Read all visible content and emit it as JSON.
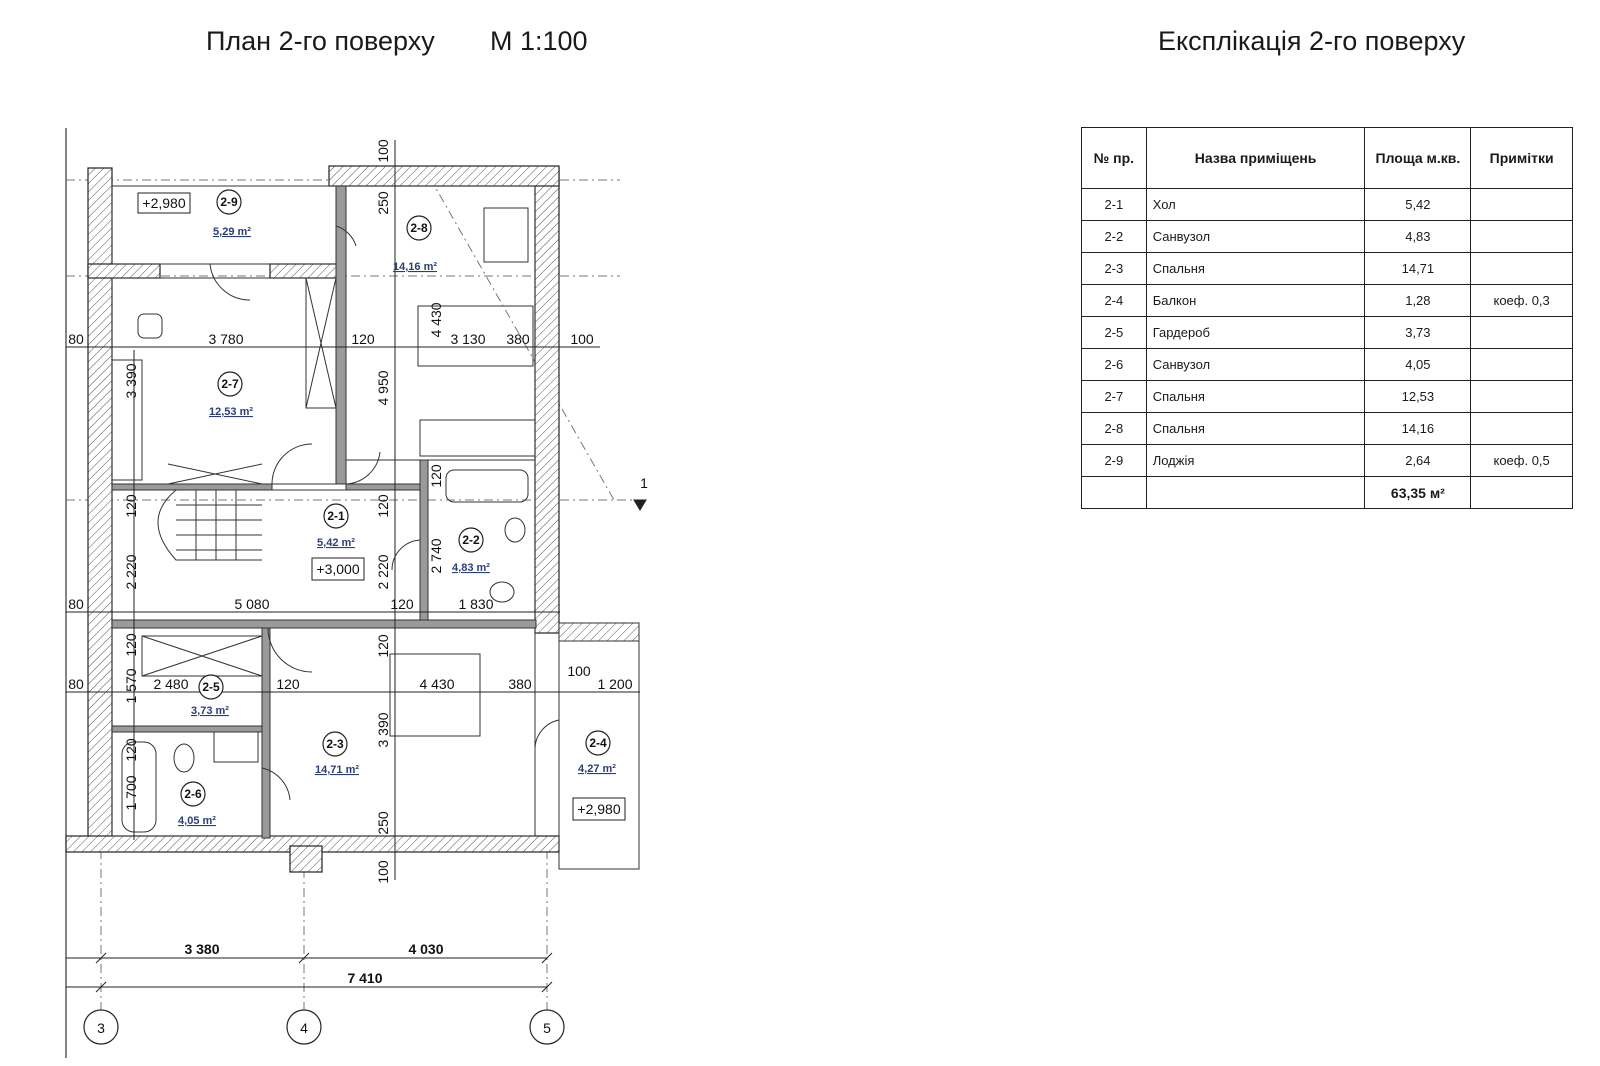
{
  "plan": {
    "title": "План 2-го поверху",
    "scale": "М 1:100",
    "rooms": [
      {
        "tag": "2-1",
        "area": "5,42 m²"
      },
      {
        "tag": "2-2",
        "area": "4,83 m²"
      },
      {
        "tag": "2-3",
        "area": "14,71 m²"
      },
      {
        "tag": "2-4",
        "area": "4,27 m²"
      },
      {
        "tag": "2-5",
        "area": "3,73 m²"
      },
      {
        "tag": "2-6",
        "area": "4,05 m²"
      },
      {
        "tag": "2-7",
        "area": "12,53 m²"
      },
      {
        "tag": "2-8",
        "area": "14,16 m²"
      },
      {
        "tag": "2-9",
        "area": "5,29 m²"
      }
    ],
    "levels": {
      "balcony_top": "+2,980",
      "hall": "+3,000",
      "balcony_side": "+2,980"
    },
    "dims": {
      "d100_top": "100",
      "d250_top": "250",
      "d4430_v": "4 430",
      "d4950_v": "4 950",
      "d3390_v": "3 390",
      "d120_a": "120",
      "d2220_a": "2 220",
      "d120_b": "120",
      "d2220_b": "2 220",
      "d2740_v": "2 740",
      "d120_c": "120",
      "d1570_v": "1 570",
      "d120_d": "120",
      "d1700_v": "1 700",
      "d120_e": "120",
      "d3390_b": "3 390",
      "d250_b": "250",
      "d100_b": "100",
      "d120_f": "120",
      "d120_g": "120",
      "h80_a": "80",
      "h3780": "3 780",
      "h120_a": "120",
      "h3130": "3 130",
      "h380_a": "380",
      "h100_a": "100",
      "h80_b": "80",
      "h5080": "5 080",
      "h120_b": "120",
      "h1830": "1 830",
      "h80_c": "80",
      "h2480": "2 480",
      "h120_c": "120",
      "h4430": "4 430",
      "h380_b": "380",
      "h100_b": "100",
      "h1200": "1 200",
      "b3380": "3 380",
      "b4030": "4 030",
      "b7410": "7 410"
    },
    "section_mark": "1",
    "axes": [
      "3",
      "4",
      "5"
    ]
  },
  "explication": {
    "title": "Експлікація 2-го поверху",
    "headers": [
      "№ пр.",
      "Назва приміщень",
      "Площа м.кв.",
      "Примітки"
    ],
    "rows": [
      {
        "no": "2-1",
        "name": "Хол",
        "area": "5,42",
        "note": ""
      },
      {
        "no": "2-2",
        "name": "Санвузол",
        "area": "4,83",
        "note": ""
      },
      {
        "no": "2-3",
        "name": "Спальня",
        "area": "14,71",
        "note": ""
      },
      {
        "no": "2-4",
        "name": "Балкон",
        "area": "1,28",
        "note": "коеф. 0,3"
      },
      {
        "no": "2-5",
        "name": "Гардероб",
        "area": "3,73",
        "note": ""
      },
      {
        "no": "2-6",
        "name": "Санвузол",
        "area": "4,05",
        "note": ""
      },
      {
        "no": "2-7",
        "name": "Спальня",
        "area": "12,53",
        "note": ""
      },
      {
        "no": "2-8",
        "name": "Спальня",
        "area": "14,16",
        "note": ""
      },
      {
        "no": "2-9",
        "name": "Лоджія",
        "area": "2,64",
        "note": "коеф. 0,5"
      }
    ],
    "total": "63,35 м²"
  }
}
